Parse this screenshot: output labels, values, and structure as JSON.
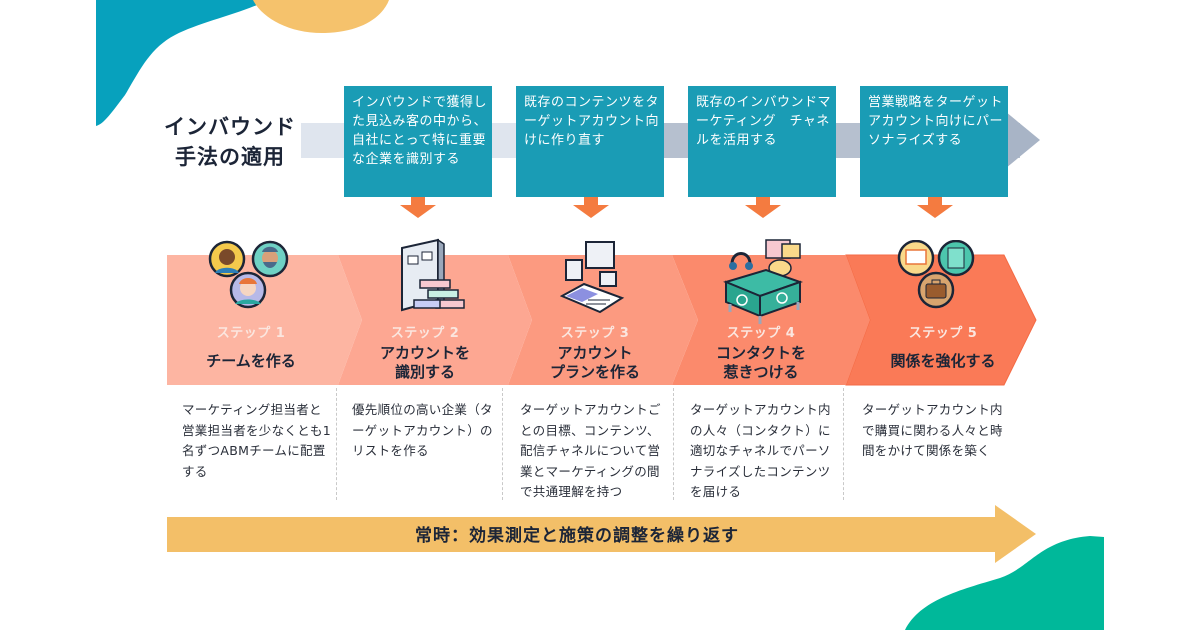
{
  "heading": {
    "line1": "インバウンド",
    "line2": "手法の適用"
  },
  "inbound_tactics": [
    {
      "text": "インバウンドで獲得した見込み客の中から、自社にとって特に重要な企業を識別する"
    },
    {
      "text": "既存のコンテンツをターゲットアカウント向けに作り直す"
    },
    {
      "text": "既存のインバウンドマーケティング　チャネルを活用する"
    },
    {
      "text": "営業戦略をターゲットアカウント向けにパーソナライズする"
    }
  ],
  "steps": [
    {
      "label": "ステップ 1",
      "title": "チームを作る",
      "icon": "team-avatars-icon",
      "description": "マーケティング担当者と営業担当者を少なくとも1名ずつABMチームに配置する"
    },
    {
      "label": "ステップ 2",
      "title": "アカウントを\n識別する",
      "icon": "account-board-icon",
      "description": "優先順位の高い企業（ターゲットアカウント）のリストを作る"
    },
    {
      "label": "ステップ 3",
      "title": "アカウント\nプランを作る",
      "icon": "plan-documents-icon",
      "description": "ターゲットアカウントごとの目標、コンテンツ、配信チャネルについて営業とマーケティングの間で共通理解を持つ"
    },
    {
      "label": "ステップ 4",
      "title": "コンタクトを\n惹きつける",
      "icon": "contact-desk-icon",
      "description": "ターゲットアカウント内の人々（コンタクト）に適切なチャネルでパーソナライズしたコンテンツを届ける"
    },
    {
      "label": "ステップ 5",
      "title": "関係を強化する",
      "icon": "relationship-icons",
      "description": "ターゲットアカウント内で購買に関わる人々と時間をかけて関係を築く"
    }
  ],
  "bottom_banner": {
    "text": "常時：効果測定と施策の調整を繰り返す"
  },
  "colors": {
    "teal_box": "#1a9cb5",
    "orange_arrow": "#f47b40",
    "step1": "#fdb5a2",
    "step2": "#fda792",
    "step3": "#fc9a80",
    "step4": "#fb8a6c",
    "step5": "#fa7a57",
    "banner": "#f3bf68",
    "gray_band": "#dfe5ee",
    "gray_arrow": "#a8b4c6",
    "deco_teal": "#07a1bd",
    "deco_yellow": "#f5c26c",
    "deco_green": "#00b89a"
  }
}
